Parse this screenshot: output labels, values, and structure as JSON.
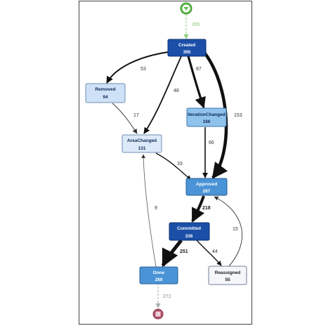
{
  "colors": {
    "dark_blue": "#1b4fa8",
    "mid_blue": "#4a93d6",
    "light_blue": "#a8cdf0",
    "pale_blue": "#cfe1f6",
    "white_node": "#f4f6fa",
    "start_green": "#5fbf4a",
    "end_red": "#b0516a"
  },
  "nodes": {
    "created": {
      "label": "Created",
      "count": "395"
    },
    "removed": {
      "label": "Removed",
      "count": "94"
    },
    "iteration_changed": {
      "label": "IterationChanged",
      "count": "186"
    },
    "area_changed": {
      "label": "AreaChanged",
      "count": "131"
    },
    "approved": {
      "label": "Approved",
      "count": "287"
    },
    "committed": {
      "label": "Committed",
      "count": "336"
    },
    "done": {
      "label": "Done",
      "count": "289"
    },
    "reassigned": {
      "label": "Reassigned",
      "count": "55"
    }
  },
  "edges": {
    "start_to_created": "395",
    "created_to_removed": "53",
    "created_to_area": "48",
    "created_to_iteration": "87",
    "created_to_approved": "153",
    "removed_to_area": "17",
    "iteration_to_approved": "66",
    "area_to_approved": "33",
    "approved_to_committed": "218",
    "done_to_area": "9",
    "reassigned_to_approved": "15",
    "committed_to_done": "251",
    "committed_to_reassigned": "44",
    "done_to_end": "272"
  }
}
